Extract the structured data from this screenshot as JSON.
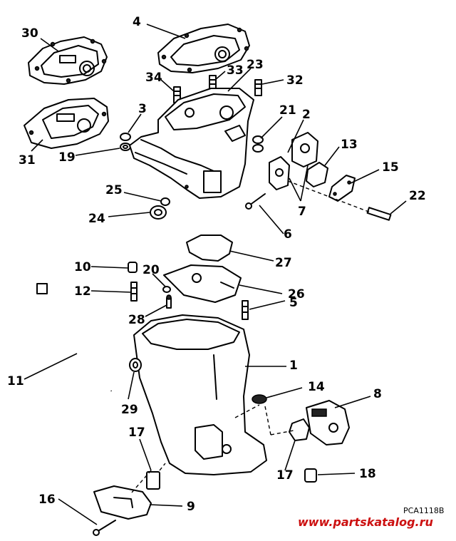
{
  "diagram": {
    "reference_code": "PCA1118B",
    "watermark": "www.partskatalog.ru",
    "callouts": [
      {
        "key": "c30",
        "label": "30"
      },
      {
        "key": "c4",
        "label": "4"
      },
      {
        "key": "c23",
        "label": "23"
      },
      {
        "key": "c33",
        "label": "33"
      },
      {
        "key": "c34",
        "label": "34"
      },
      {
        "key": "c32",
        "label": "32"
      },
      {
        "key": "c3",
        "label": "3"
      },
      {
        "key": "c21",
        "label": "21"
      },
      {
        "key": "c2",
        "label": "2"
      },
      {
        "key": "c19",
        "label": "19"
      },
      {
        "key": "c31",
        "label": "31"
      },
      {
        "key": "c13",
        "label": "13"
      },
      {
        "key": "c15",
        "label": "15"
      },
      {
        "key": "c25",
        "label": "25"
      },
      {
        "key": "c22",
        "label": "22"
      },
      {
        "key": "c24",
        "label": "24"
      },
      {
        "key": "c7",
        "label": "7"
      },
      {
        "key": "c6",
        "label": "6"
      },
      {
        "key": "c27",
        "label": "27"
      },
      {
        "key": "c10",
        "label": "10"
      },
      {
        "key": "c20",
        "label": "20"
      },
      {
        "key": "c12",
        "label": "12"
      },
      {
        "key": "c26",
        "label": "26"
      },
      {
        "key": "c28",
        "label": "28"
      },
      {
        "key": "c5",
        "label": "5"
      },
      {
        "key": "c1",
        "label": "1"
      },
      {
        "key": "c11",
        "label": "11"
      },
      {
        "key": "c14",
        "label": "14"
      },
      {
        "key": "c29",
        "label": "29"
      },
      {
        "key": "c8",
        "label": "8"
      },
      {
        "key": "c17a",
        "label": "17"
      },
      {
        "key": "c17b",
        "label": "17"
      },
      {
        "key": "c18",
        "label": "18"
      },
      {
        "key": "c16",
        "label": "16"
      },
      {
        "key": "c9",
        "label": "9"
      }
    ]
  }
}
